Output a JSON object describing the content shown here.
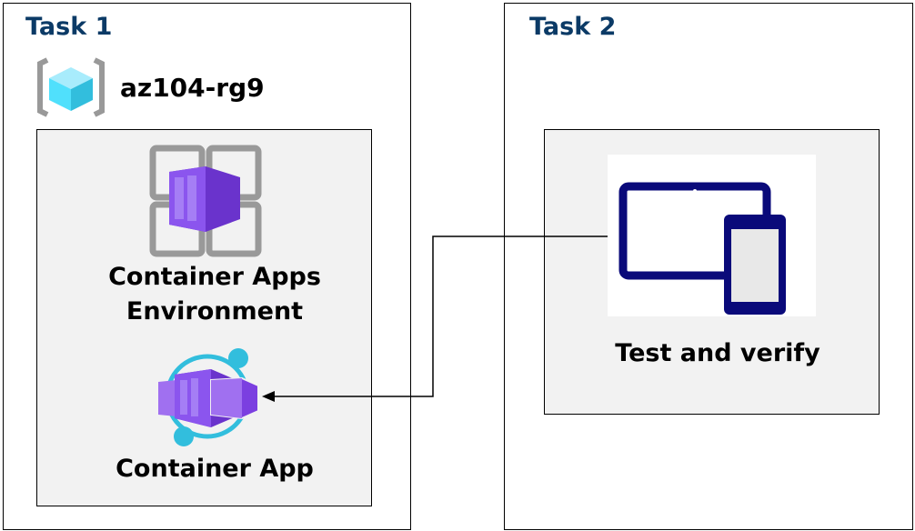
{
  "task1": {
    "title": "Task 1",
    "resource_group": "az104-rg9",
    "env_label_line1": "Container Apps",
    "env_label_line2": "Environment",
    "app_label": "Container App"
  },
  "task2": {
    "title": "Task 2",
    "verify_label": "Test and verify"
  },
  "colors": {
    "title": "#0b3a66",
    "panel": "#f2f2f2",
    "purple": "#7b3fe0",
    "cyan": "#32bedd",
    "navy": "#0a0a7a"
  },
  "icons": [
    "resource-group-icon",
    "container-apps-environment-icon",
    "container-app-icon",
    "devices-icon"
  ]
}
